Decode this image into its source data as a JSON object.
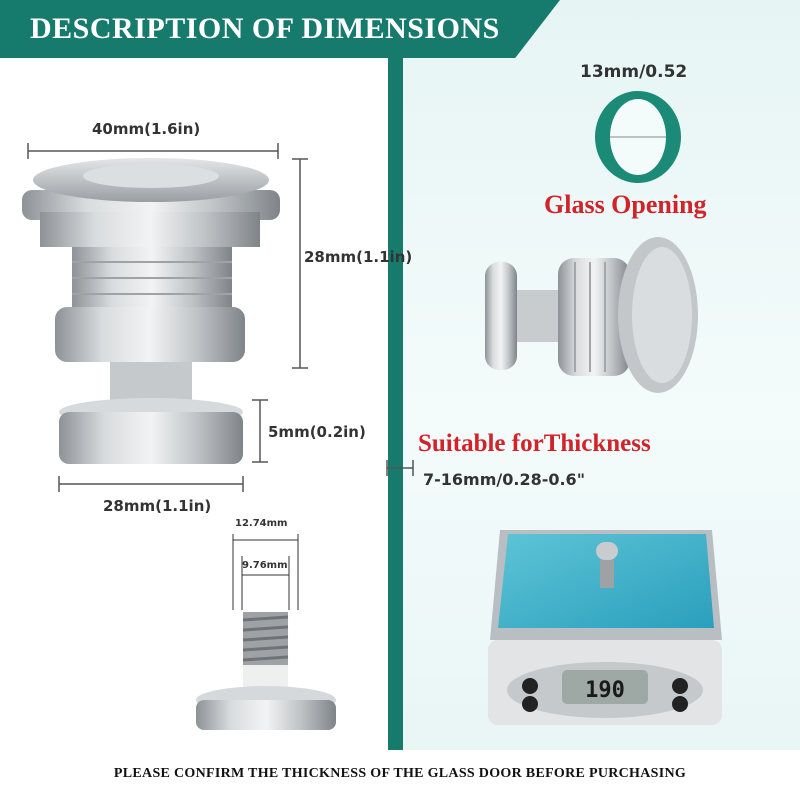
{
  "header": {
    "title": "DESCRIPTION OF DIMENSIONS"
  },
  "dimensions": {
    "width_top": "40mm(1.6in)",
    "height": "28mm(1.1in)",
    "base_thickness": "5mm(0.2in)",
    "base_width": "28mm(1.1in)",
    "thread_outer": "12.74mm",
    "thread_inner": "9.76mm"
  },
  "right": {
    "opening_size": "13mm/0.52",
    "opening_label": "Glass Opening",
    "thickness_label": "Suitable forThickness",
    "thickness_range": "7-16mm/0.28-0.6\""
  },
  "scale_display": "190",
  "footer": {
    "text": "PLEASE CONFIRM THE THICKNESS OF THE GLASS DOOR BEFORE PURCHASING"
  },
  "colors": {
    "brand_green": "#167a6c",
    "accent_red": "#d0232a"
  }
}
